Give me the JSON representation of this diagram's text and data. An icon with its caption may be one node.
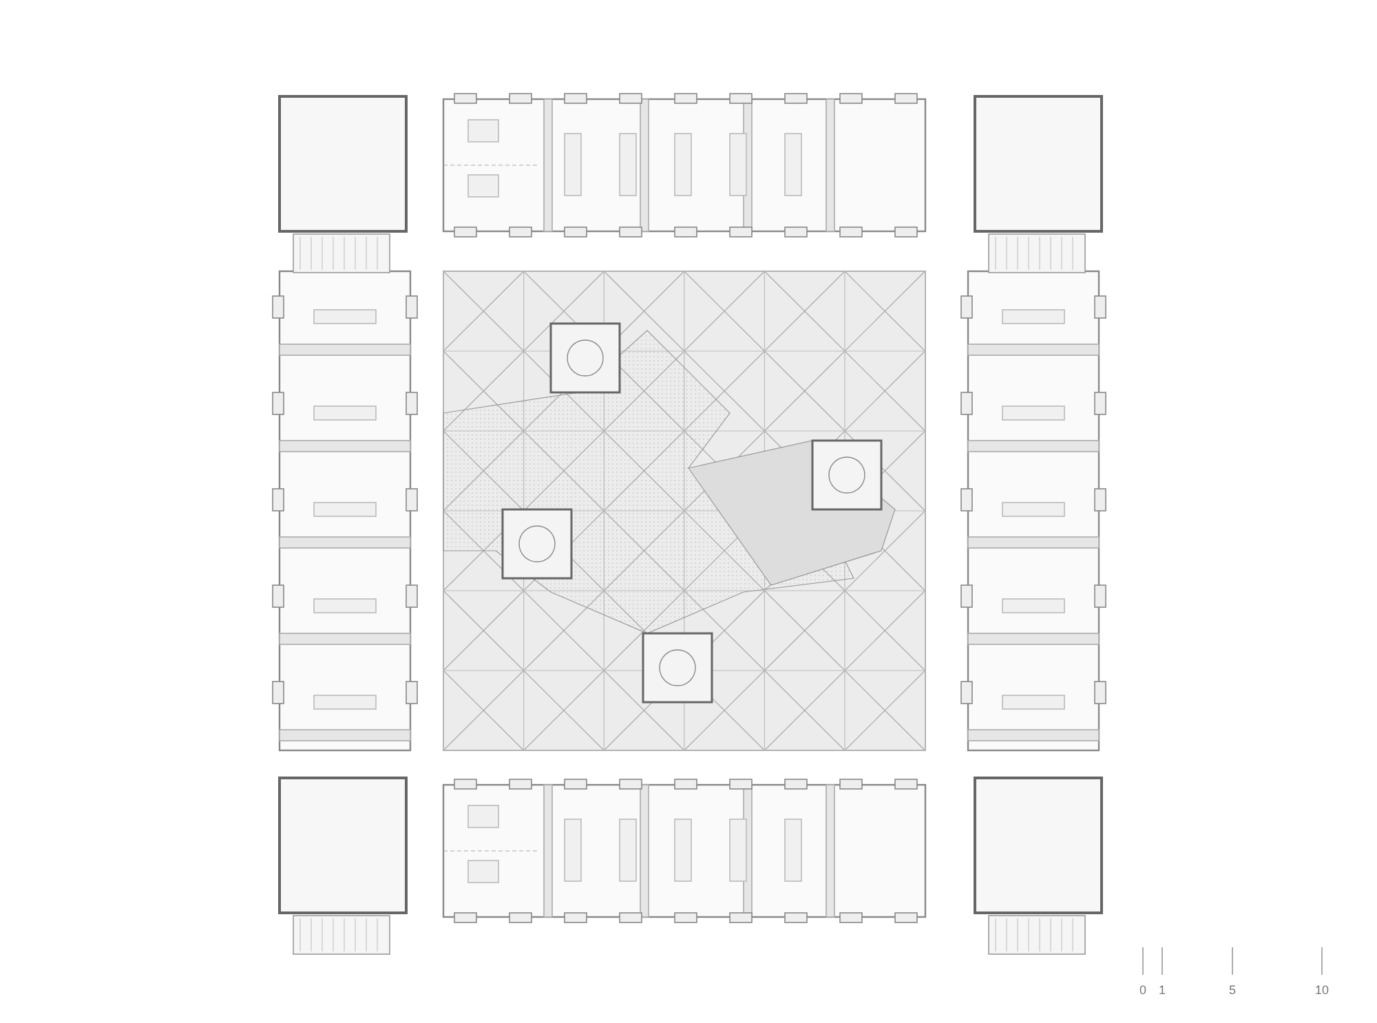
{
  "diagram": {
    "labels": [
      "0",
      "1",
      "5",
      "10"
    ]
  }
}
